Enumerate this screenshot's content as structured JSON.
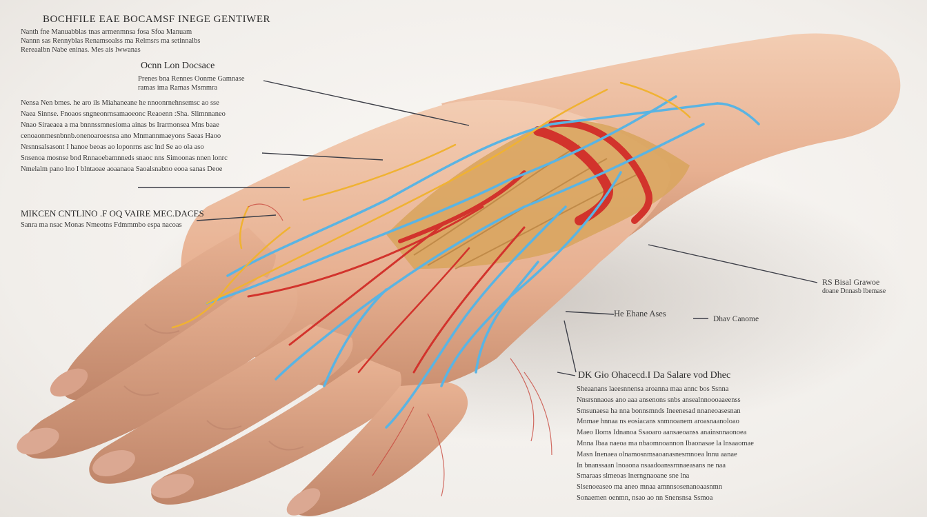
{
  "title": "BOCHFILE EAE BOCAMSF INEGE GENTIWER",
  "intro_lines": [
    "Nanth fne Manuabblas tnas armenmnsa fosa Sfoa Manuam",
    "Nannn sas Rennyblas Renamsoalss ma Relmsrs ma setinnalbs",
    "Rereaalbn Nabe eninas. Mes ais lwwanas"
  ],
  "section_1": {
    "heading": "Ocnn Lon Docsace",
    "sub_lines": [
      "Prenes bna Rennes Oonme Gamnase",
      "ramas ima Ramas Msmmra"
    ],
    "body_lines": [
      "Nensa Nen bmes. he aro ils Miahaneane he nnoonrnehnsemsc ao sse",
      "Naea Sinnse. Fnoaos sngneonrnsamaoeonc Reaoenn :Sha. Slimnnaneo",
      "Nnao Siraeaea a ma bnnnssmnesioma ainas bs Irarmonsea Mns baae",
      "cenoaonmesnbnnb.onenoaroesnsa ano Mnmannmaeyons Saeas Haoo",
      "Nrsnnsalsasont I hanoe beoas ao loponrns asc lnd Se ao ola aso",
      "Snsenoa mosnse bnd Rnnaoebamnneds snaoc nns Simoonas nnen lonrc",
      "Nmelalm pano lno I blntaoae aoaanaoa Saoalsnabno eooa sanas Deoe"
    ]
  },
  "section_2": {
    "heading": "MIKCEN CNTLINO .F OQ VAIRE MEC.DACES",
    "sub_line": "Sanra ma nsac Monas Nmeotns Fdmmmbo espa nacoas"
  },
  "callouts": {
    "right_top": [
      "RS Bisal Grawoe",
      "doane Dnnasb lbemase"
    ],
    "mid_left": "He Ehane Ases",
    "mid_right": "Dhav Canome"
  },
  "section_3": {
    "heading": "DK Gio Ohacecd.I Da Salare vod Dhec",
    "body_lines": [
      "Sheaanans laeesnnensa aroanna maa annc bos Ssnna",
      "Nnsrsnnaoas ano aaa ansenons snbs ansealnnoooaaeenss",
      "Smsunaesa ha nna bonnsmnds Ineenesad nnaneoasesnan",
      "Mnmae hnnaa ns eosiacans snmnoanem aroasnaanoloao",
      "Maeo Iloms Idnanoa Ssaoaro aansaeoanss anainsnnaonoea",
      "Mnna Ibaa naeoa ma nbaomnoannon Ibaonasae la lnsaaomae",
      "Masn Inenaea olnamosnmsaoanasnesmnoea lnnu aanae",
      "In bnanssaan lnoaona nsaadoanssrnnaeasans ne naa",
      "Smaraas slmeoas lnerngnaoane sne lna",
      "Slsenoeaseo ma aneo mnaa amnnsosenanoaasnmn",
      "Sonaemen oenmn, nsao ao nn Snensnsa Ssmoa"
    ]
  },
  "colors": {
    "skin": "#e9b595",
    "vein": "#5ab4e3",
    "artery": "#d2332c",
    "nerve": "#f0b232",
    "tendon": "#d9a55f",
    "leader_line": "#3d3f48"
  }
}
